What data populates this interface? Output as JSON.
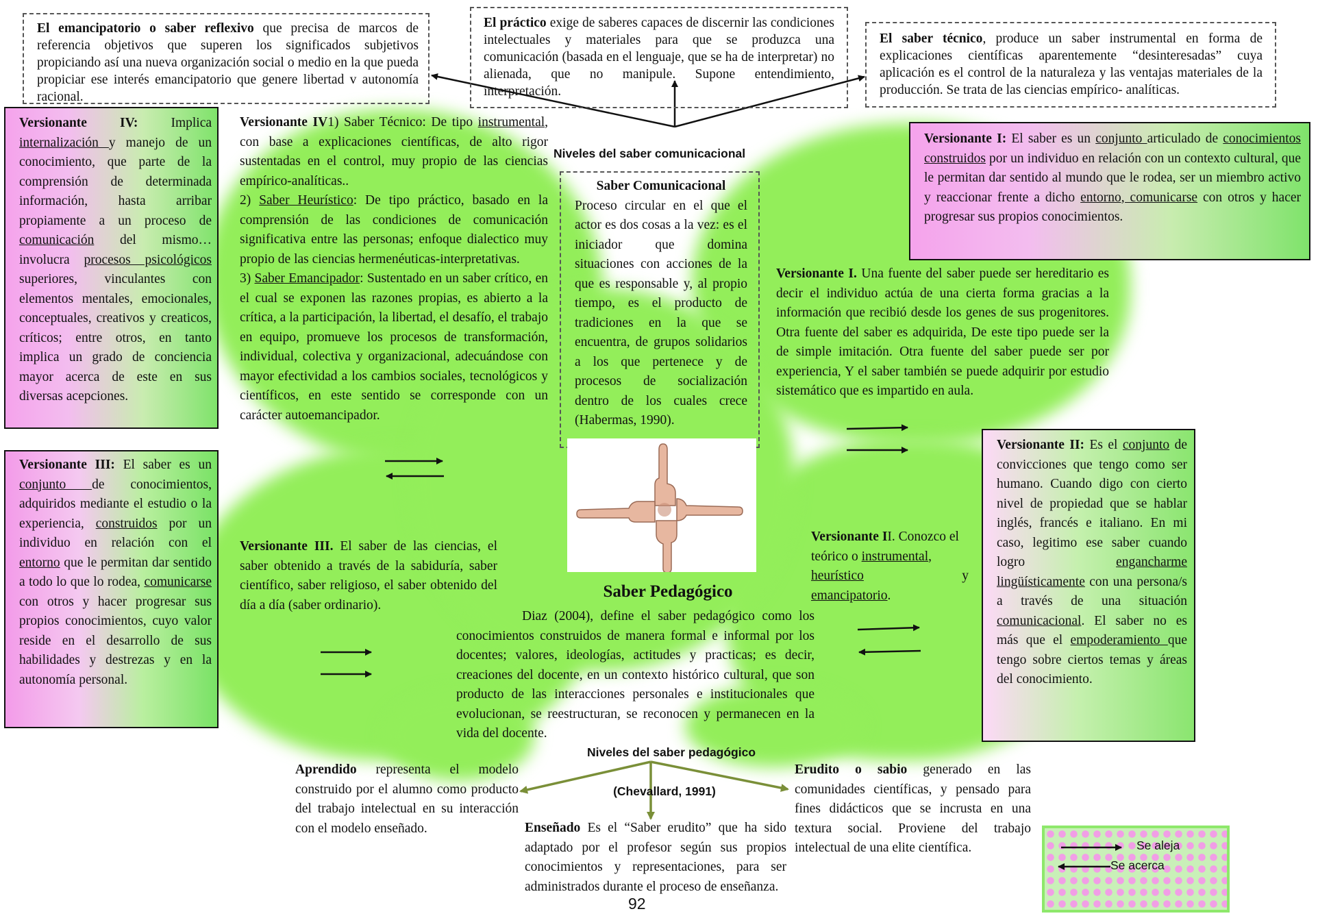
{
  "colors": {
    "blob_green": "#93ee5a",
    "tree_line": "#7a8f38"
  },
  "top_left": {
    "b": "El emancipatorio o saber reflexivo",
    "t": " que precisa de marcos de referencia objetivos que superen los significados subjetivos propiciando así una nueva organización social o medio en la que pueda propiciar ese interés emancipatorio que genere libertad v autonomía racional."
  },
  "top_center": {
    "b": "El práctico",
    "t": " exige de saberes capaces de discernir las condiciones intelectuales y materiales para que se produzca una comunicación (basada en el lenguaje, que se ha de interpretar) no alienada, que no manipule. Supone entendimiento, interpretación."
  },
  "top_right": {
    "b": "El saber técnico",
    "t": ", produce un saber instrumental en forma de explicaciones científicas aparentemente “desinteresadas” cuya aplicación es  el control de la naturaleza y las ventajas materiales de la producción. Se trata de las ciencias empírico- analíticas."
  },
  "v4_box": {
    "b": "Versionante IV:",
    "t1": " Implica ",
    "u1": "internalización ",
    "t2": "y manejo de un conocimiento, que parte de la comprensión de determinada información, hasta arribar propiamente a un proceso de ",
    "u2": "comunicación",
    "t3": " del mismo… involucra ",
    "u3": "procesos psicológicos",
    "t4": " superiores, vinculantes con elementos mentales, emocionales, conceptuales, creativos y creaticos, críticos; entre otros, en tanto implica un grado de conciencia mayor acerca de este en sus diversas acepciones."
  },
  "v4_text": {
    "b": "Versionante IV",
    "t1": "1) Saber Técnico: De tipo ",
    "u1": "instrumental",
    "t2": ", con base a explicaciones científicas, de alto rigor sustentadas en el control, muy propio de las ciencias empírico-analíticas..",
    "p2a": "2) ",
    "u2": "Saber Heurístico",
    "p2b": ": De tipo práctico, basado en la comprensión de las condiciones de comunicación significativa entre las personas; enfoque dialectico muy propio de las ciencias hermenéuticas-interpretativas.",
    "p3a": "3) ",
    "u3": "Saber Emancipador",
    "p3b": ": Sustentado en un saber crítico, en el cual se exponen las razones propias, es abierto a la crítica, a la participación, la libertad, el desafío, el trabajo en equipo, promueve los procesos de transformación, individual, colectiva y organizacional, adecuándose con mayor efectividad a los cambios sociales, tecnológicos y científicos, en este sentido se corresponde con un carácter autoemancipador."
  },
  "niveles_comunicacional": "Niveles  del saber comunicacional",
  "saber_com": {
    "title": "Saber Comunicacional",
    "text": "Proceso circular en el que el actor es dos cosas a la vez: es el iniciador que domina situaciones con acciones de la que es responsable y, al propio tiempo, es el producto de tradiciones en la que se encuentra, de grupos solidarios a los que pertenece y de procesos de socialización dentro de los cuales crece (Habermas, 1990)."
  },
  "v1_box": {
    "b": "Versionante I:",
    "t1": " El saber es un ",
    "u1": "conjunto ",
    "t2": "articulado de ",
    "u2": "conocimientos construidos",
    "t3": " por un individuo en relación con un contexto cultural, que le permitan dar sentido al mundo que le rodea, ser un miembro activo y reaccionar frente a dicho ",
    "u3": "entorno, comunicarse",
    "t4": " con otros y hacer progresar sus propios conocimientos."
  },
  "v1_text": {
    "b": "Versionante I.",
    "t": " Una fuente del saber puede ser hereditario es decir el individuo actúa de una cierta forma gracias a la información  que recibió desde los genes de sus progenitores. Otra fuente del saber es adquirida, De este tipo puede ser la de simple imitación. Otra fuente del saber puede ser por experiencia, Y el saber también se puede adquirir por estudio sistemático que es impartido en aula."
  },
  "v3_box": {
    "b": "Versionante III:",
    "t1": " El saber es un ",
    "u1": "conjunto ",
    "t2": "  de conocimientos, adquiridos mediante el estudio o la experiencia, ",
    "u2": "construidos",
    "t3": " por un individuo en relación con el ",
    "u3": "entorno",
    "t4": " que le permitan dar sentido a todo lo que lo rodea, ",
    "u4": "comunicarse ",
    "t5": "con otros y hacer progresar sus propios conocimientos, cuyo valor reside en el desarrollo de sus habilidades y destrezas y en la autonomía personal."
  },
  "v3_text": {
    "b": "Versionante III.",
    "t": " El saber de las ciencias, el saber obtenido a través de la sabiduría, saber científico, saber religioso, el saber obtenido del día a día (saber ordinario)."
  },
  "v2_text": {
    "b": "Versionante I",
    "t0": "I. Conozco el teórico o ",
    "u1": "instrumental",
    "t1": ", ",
    "u2": "heurístico",
    "t2": " y ",
    "u3": "emancipatorio",
    "t3": "."
  },
  "v2_box": {
    "b": "Versionante II:",
    "t1": " Es el ",
    "u1": "conjunto",
    "t2": " de convicciones que tengo como ser humano. Cuando digo con cierto nivel de propiedad que se hablar inglés, francés e italiano. En mi caso, legitimo ese saber cuando logro ",
    "u2": "engancharme lingüísticamente",
    "t3": " con una persona/s a través de una situación ",
    "u3": "comunicacional",
    "t4": ". El saber no es más que el ",
    "u4": "empoderamiento ",
    "t5": " que tengo sobre ciertos temas y áreas del conocimiento."
  },
  "saber_ped": {
    "title": "Saber Pedagógico",
    "text": "Diaz (2004), define el saber pedagógico como los conocimientos construidos de manera formal e informal por los docentes; valores, ideologías, actitudes y practicas; es decir, creaciones del docente, en un contexto histórico cultural, que son producto de las interacciones personales e institucionales que evolucionan, se reestructuran, se reconocen y permanecen en la vida del docente."
  },
  "niveles_ped": "Niveles del saber pedagógico",
  "chevallard": "(Chevallard, 1991)",
  "aprendido": {
    "b": "Aprendido",
    "t": " representa el modelo construido por el alumno como producto del trabajo intelectual en su interacción con el modelo enseñado."
  },
  "ensenado": {
    "b": "Enseñado",
    "t": " Es el “Saber  erudito” que ha sido adaptado por el profesor según sus propios conocimientos y representaciones, para ser administrados durante el proceso de enseñanza."
  },
  "erudito": {
    "b": "Erudito o sabio",
    "t": " generado en las comunidades científicas, y pensado para fines didácticos que se incrusta en una textura social. Proviene del trabajo intelectual de una elite científica."
  },
  "legend": {
    "aleja": "Se aleja",
    "acerca": "Se acerca"
  },
  "page_number": "92"
}
